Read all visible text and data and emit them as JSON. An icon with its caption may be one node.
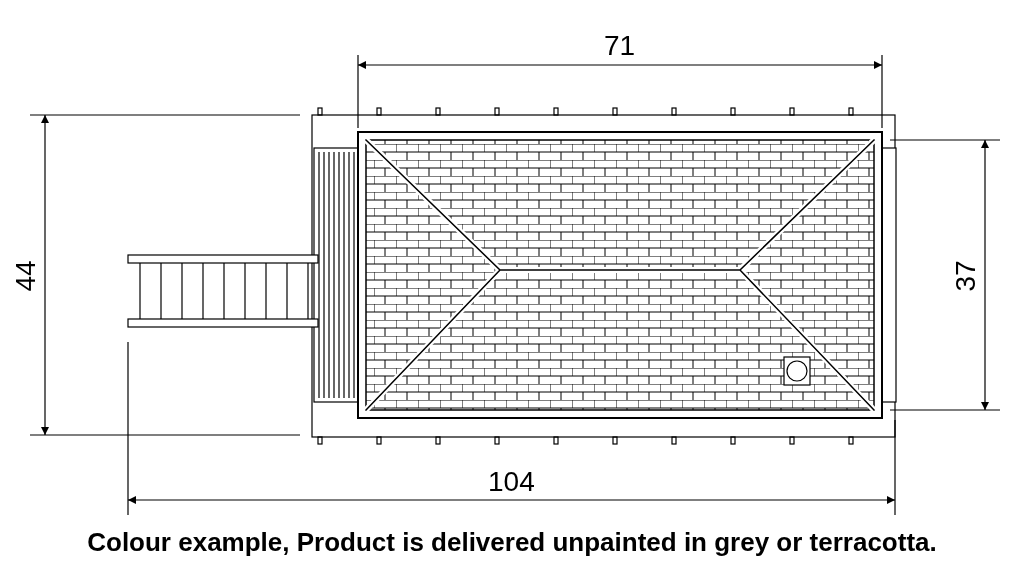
{
  "diagram": {
    "caption": "Colour example, Product is delivered unpainted in grey or terracotta.",
    "labels": [
      "71",
      "44",
      "37",
      "104"
    ]
  }
}
